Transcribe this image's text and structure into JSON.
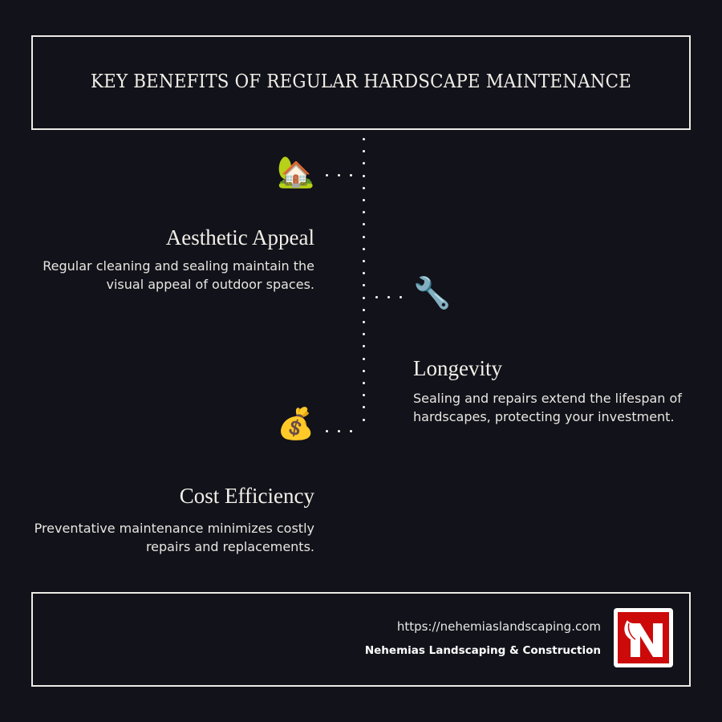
{
  "header": {
    "title": "KEY BENEFITS OF REGULAR HARDSCAPE MAINTENANCE"
  },
  "timeline": {
    "connector": "dotted-line",
    "items": [
      {
        "icon": "house-with-garden-icon",
        "glyph": "🏡",
        "heading": "Aesthetic Appeal",
        "description": "Regular cleaning and sealing maintain the visual appeal of outdoor spaces.",
        "side": "left"
      },
      {
        "icon": "wrench-icon",
        "glyph": "🔧",
        "heading": "Longevity",
        "description": "Sealing and repairs extend the lifespan of hardscapes, protecting your investment.",
        "side": "right"
      },
      {
        "icon": "money-bag-icon",
        "glyph": "💰",
        "heading": "Cost Efficiency",
        "description": "Preventative maintenance minimizes costly repairs and replacements.",
        "side": "left"
      }
    ]
  },
  "footer": {
    "url": "https://nehemiaslandscaping.com",
    "company": "Nehemias Landscaping & Construction",
    "logo_letter": "N",
    "logo_color": "#cc0a0a"
  },
  "colors": {
    "background": "#12121a",
    "border": "#ecebe6",
    "text": "#f0ede6"
  }
}
